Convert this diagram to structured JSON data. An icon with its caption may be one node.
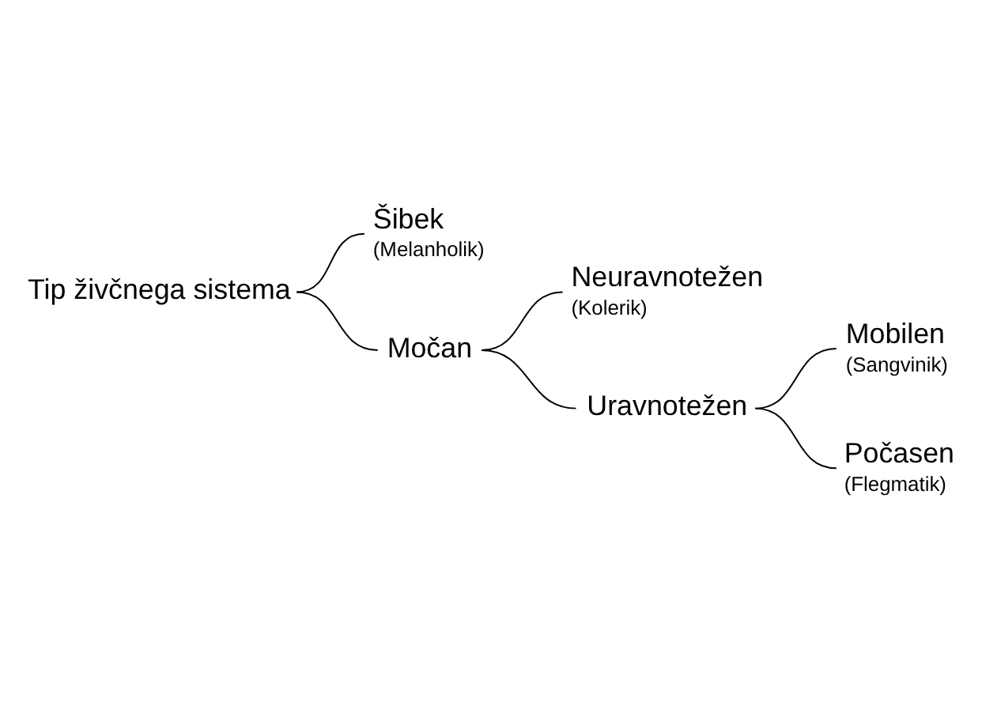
{
  "diagram": {
    "nodes": [
      {
        "text": [
          "Tip živčnega sistema"
        ]
      },
      {
        "text": [
          "Šibek",
          "(Melanholik)"
        ]
      },
      {
        "text": [
          "Močan"
        ]
      },
      {
        "text": [
          "Neuravnotežen",
          "(Kolerik)"
        ]
      },
      {
        "text": [
          "Uravnotežen"
        ]
      },
      {
        "text": [
          "Mobilen",
          "(Sangvinik)"
        ]
      },
      {
        "text": [
          "Počasen",
          "(Flegmatik)"
        ]
      }
    ],
    "edges": [
      {
        "from": 0,
        "to": 1,
        "arrow": "none"
      },
      {
        "from": 0,
        "to": 2,
        "arrow": "none"
      },
      {
        "from": 2,
        "to": 3,
        "arrow": "none"
      },
      {
        "from": 2,
        "to": 4,
        "arrow": "none"
      },
      {
        "from": 4,
        "to": 5,
        "arrow": "none"
      },
      {
        "from": 4,
        "to": 6,
        "arrow": "none"
      }
    ]
  }
}
